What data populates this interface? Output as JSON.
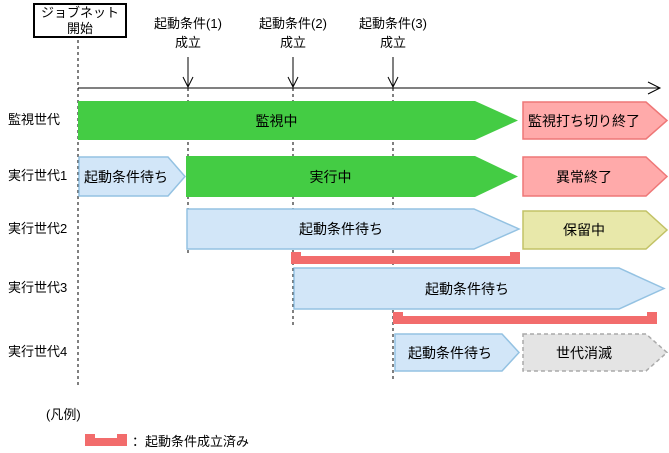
{
  "colors": {
    "green": "#44cc44",
    "blue_fill": "#d2e6f8",
    "blue_border": "#94c2e2",
    "pink_fill": "#ffaaaa",
    "pink_border": "#ee7777",
    "yellow_fill": "#e8e8aa",
    "yellow_border": "#c2c266",
    "gray_fill": "#e4e4e4",
    "gray_border": "#aaaaaa",
    "red": "#f26c6c",
    "axis": "#000000"
  },
  "start_box": {
    "line1": "ジョブネット",
    "line2": "開始"
  },
  "conditions": [
    {
      "line1": "起動条件(1)",
      "line2": "成立"
    },
    {
      "line1": "起動条件(2)",
      "line2": "成立"
    },
    {
      "line1": "起動条件(3)",
      "line2": "成立"
    }
  ],
  "row_labels": [
    "監視世代",
    "実行世代1",
    "実行世代2",
    "実行世代3",
    "実行世代4"
  ],
  "bars": {
    "monitoring": {
      "label": "監視中"
    },
    "monitoring_end": {
      "label": "監視打ち切り終了"
    },
    "gen1_wait": {
      "label": "起動条件待ち"
    },
    "gen1_run": {
      "label": "実行中"
    },
    "gen1_abend": {
      "label": "異常終了"
    },
    "gen2_wait": {
      "label": "起動条件待ち"
    },
    "gen2_hold": {
      "label": "保留中"
    },
    "gen3_wait": {
      "label": "起動条件待ち"
    },
    "gen4_wait": {
      "label": "起動条件待ち"
    },
    "gen4_gone": {
      "label": "世代消滅"
    }
  },
  "legend": {
    "title": "(凡例)",
    "item_red_bar": "：起動条件成立済み"
  }
}
